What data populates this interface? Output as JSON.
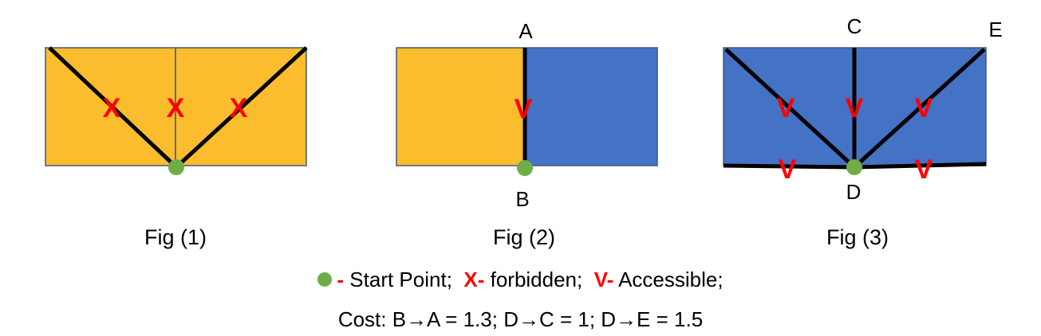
{
  "colors": {
    "forbidden_region": "#FBBD2D",
    "accessible_region": "#4472C4",
    "mark": "#FF0000",
    "start_point": "#70AD47",
    "edge": "#000000"
  },
  "figures": [
    {
      "caption": "Fig (1)",
      "marks": [
        "X",
        "X",
        "X"
      ]
    },
    {
      "caption": "Fig (2)",
      "marks": [
        "V"
      ],
      "labels": {
        "top": "A",
        "bottom": "B"
      }
    },
    {
      "caption": "Fig (3)",
      "marks": [
        "V",
        "V",
        "V",
        "V",
        "V"
      ],
      "labels": {
        "top": "C",
        "top_right": "E",
        "bottom": "D"
      }
    }
  ],
  "legend": {
    "dash": "-",
    "start_text": " Start Point;",
    "forbidden_symbol": "X-",
    "forbidden_text": " forbidden;",
    "accessible_symbol": "V-",
    "accessible_text": " Accessible;",
    "cost_text": "Cost: B→A = 1.3; D→C = 1;  D→E = 1.5"
  }
}
